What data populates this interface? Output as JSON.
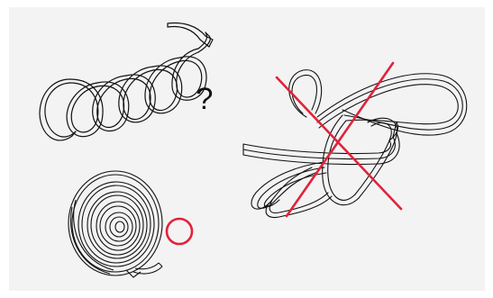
{
  "figure": {
    "background_color": "#f3f3f3",
    "stroke_color": "#111111",
    "mark_color": "#e0233a"
  },
  "items": [
    {
      "id": "spring-coil",
      "marker": "?",
      "marker_kind": "question-mark"
    },
    {
      "id": "rolled-coil",
      "marker": "",
      "marker_kind": "circle"
    },
    {
      "id": "tangled-ribbon",
      "marker": "",
      "marker_kind": "cross"
    }
  ]
}
